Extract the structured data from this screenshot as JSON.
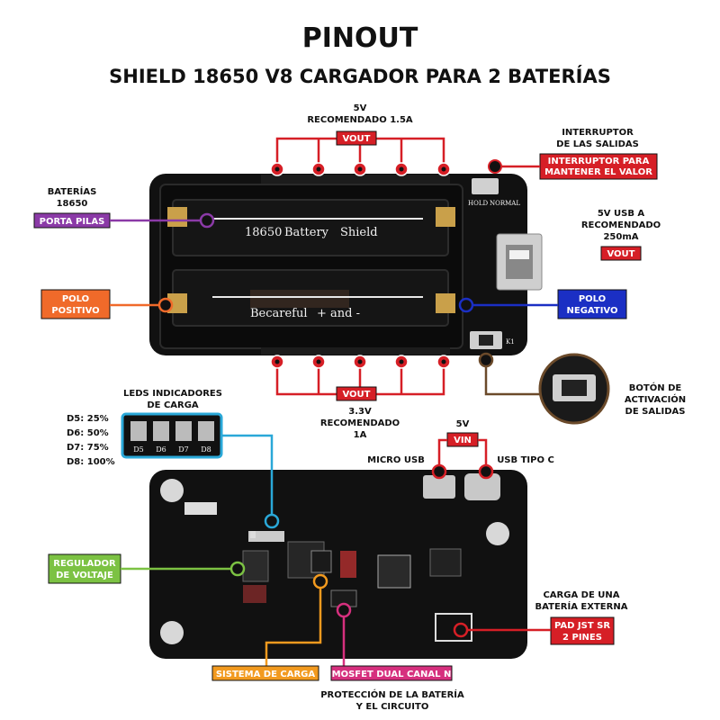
{
  "title": "PINOUT",
  "subtitle": "SHIELD 18650 V8 CARGADOR PARA 2 BATERÍAS",
  "colors": {
    "red": "#d61f26",
    "purple": "#8b3aa7",
    "orange": "#f06a2a",
    "blue": "#1b2fc4",
    "brown": "#6b4a2a",
    "cyan": "#2aa8d8",
    "green": "#7cc243",
    "amber": "#f29a1f",
    "pink": "#d6307e",
    "board": "#111111"
  },
  "top_vout": {
    "line1": "5V",
    "line2": "RECOMENDADO 1.5A",
    "tag": "VOUT"
  },
  "switch": {
    "line1": "INTERRUPTOR",
    "line2": "DE LAS SALIDAS",
    "tag_line1": "INTERRUPTOR PARA",
    "tag_line2": "MANTENER EL VALOR"
  },
  "batteries": {
    "line1": "BATERÍAS",
    "line2": "18650",
    "tag": "PORTA PILAS"
  },
  "usb_a": {
    "line1": "5V USB A",
    "line2": "RECOMENDADO",
    "line3": "250mA",
    "tag": "VOUT"
  },
  "positive": {
    "tag_line1": "POLO",
    "tag_line2": "POSITIVO"
  },
  "negative": {
    "tag_line1": "POLO",
    "tag_line2": "NEGATIVO"
  },
  "activation": {
    "line1": "BOTÓN DE",
    "line2": "ACTIVACIÓN",
    "line3": "DE SALIDAS"
  },
  "bottom_vout": {
    "tag": "VOUT",
    "line1": "3.3V",
    "line2": "RECOMENDADO",
    "line3": "1A"
  },
  "leds": {
    "line1": "LEDS INDICADORES",
    "line2": "DE CARGA",
    "levels": [
      "D5: 25%",
      "D6: 50%",
      "D7: 75%",
      "D8: 100%"
    ],
    "labels": [
      "D5",
      "D6",
      "D7",
      "D8"
    ]
  },
  "vin": {
    "line1": "5V",
    "tag": "VIN",
    "micro": "MICRO USB",
    "typec": "USB TIPO C"
  },
  "regulator": {
    "tag_line1": "REGULADOR",
    "tag_line2": "DE VOLTAJE"
  },
  "external": {
    "line1": "CARGA DE UNA",
    "line2": "BATERÍA EXTERNA",
    "tag_line1": "PAD JST SR",
    "tag_line2": "2 PINES"
  },
  "charging": {
    "tag": "SISTEMA DE CARGA"
  },
  "mosfet": {
    "tag": "MOSFET DUAL CANAL N",
    "line1": "PROTECCIÓN DE LA BATERÍA",
    "line2": "Y EL CIRCUITO"
  },
  "silkscreen": {
    "row1": "18650",
    "row1b": "Battery",
    "row1c": "Shield",
    "row2a": "Becareful",
    "row2b": "+ and -",
    "hold": "HOLD",
    "normal": "NORMAL",
    "k1": "K1"
  }
}
